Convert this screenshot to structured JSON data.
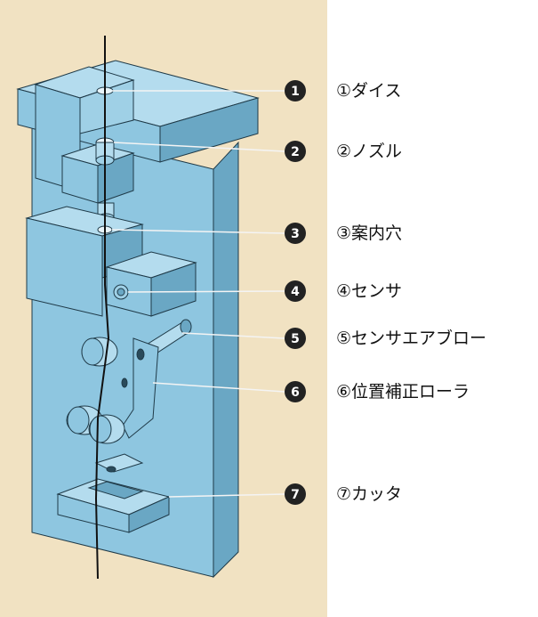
{
  "parts": [
    {
      "marker": "1",
      "label": "①ダイス"
    },
    {
      "marker": "2",
      "label": "②ノズル"
    },
    {
      "marker": "3",
      "label": "③案内穴"
    },
    {
      "marker": "4",
      "label": "④センサ"
    },
    {
      "marker": "5",
      "label": "⑤センサエアブロー"
    },
    {
      "marker": "6",
      "label": "⑥位置補正ローラ"
    },
    {
      "marker": "7",
      "label": "⑦カッタ"
    }
  ],
  "colors": {
    "background": "#f1e2c2",
    "body_fill": "#8ec6e0",
    "body_shadow": "#6aa7c4",
    "body_light": "#b4dcee",
    "outline": "#1f3a48",
    "marker_fill": "#222222",
    "marker_text": "#ffffff",
    "leader_line": "#f4f4f4"
  }
}
